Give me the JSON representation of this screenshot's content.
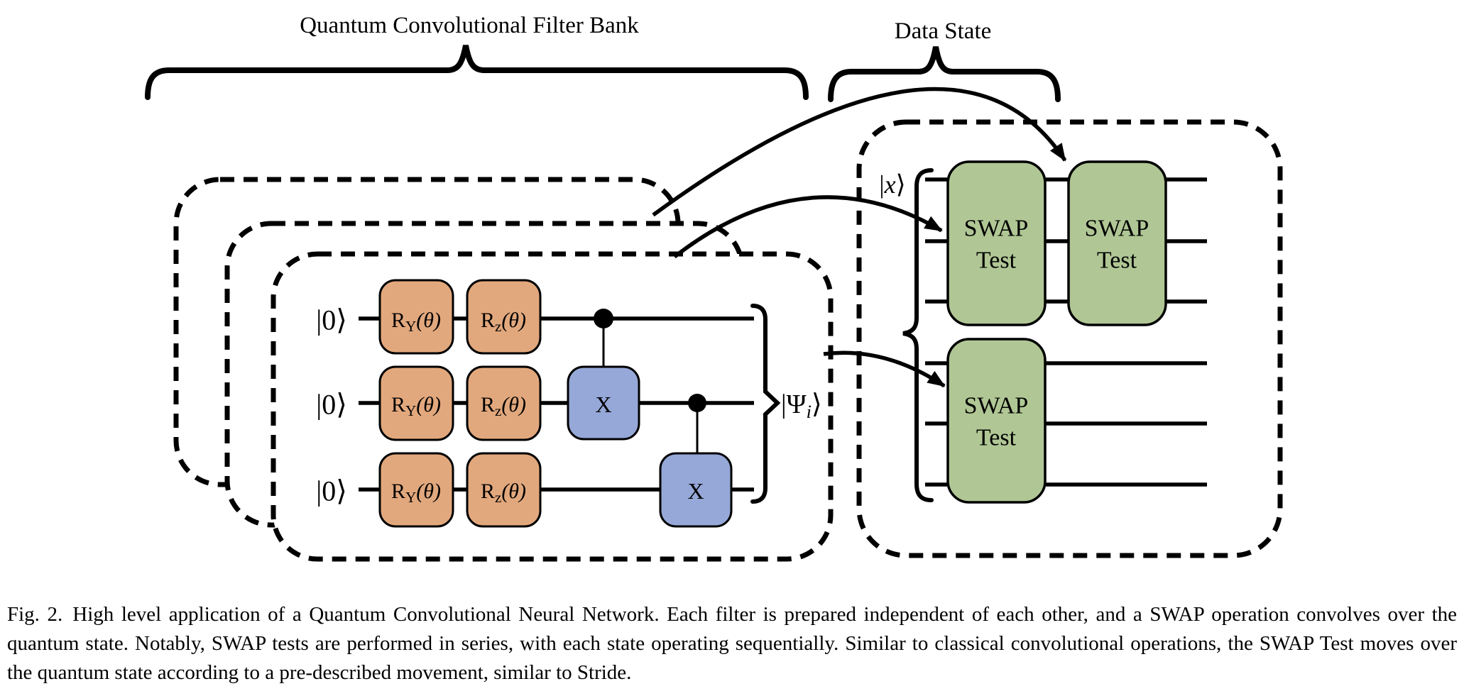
{
  "figure": {
    "filter_bank": {
      "title": "Quantum Convolutional Filter Bank",
      "qubits": [
        "|0⟩",
        "|0⟩",
        "|0⟩"
      ],
      "gates": {
        "ry": {
          "base": "R",
          "sub": "Y",
          "args": "(θ)"
        },
        "rz": {
          "base": "R",
          "sub": "z",
          "args": "(θ)"
        },
        "x": "X"
      },
      "output": {
        "pre": "|Ψ",
        "sub": "i",
        "post": "⟩"
      },
      "colors": {
        "rotation_gate": "#e2a87d",
        "cnot_target": "#95a8d8"
      }
    },
    "data_state": {
      "title": "Data State",
      "input": {
        "pre": "|",
        "var": "x",
        "post": "⟩"
      },
      "swap_tests": [
        {
          "line1": "SWAP",
          "line2": "Test"
        },
        {
          "line1": "SWAP",
          "line2": "Test"
        },
        {
          "line1": "SWAP",
          "line2": "Test"
        }
      ],
      "color": "#b0c795"
    }
  },
  "caption": {
    "label": "Fig. 2.",
    "text": "High level application of a Quantum Convolutional Neural Network. Each filter is prepared independent of each other, and a SWAP operation convolves over the quantum state. Notably, SWAP tests are performed in series, with each state operating sequentially. Similar to classical convolutional operations, the SWAP Test moves over the quantum state according to a pre-described movement, similar to Stride."
  }
}
